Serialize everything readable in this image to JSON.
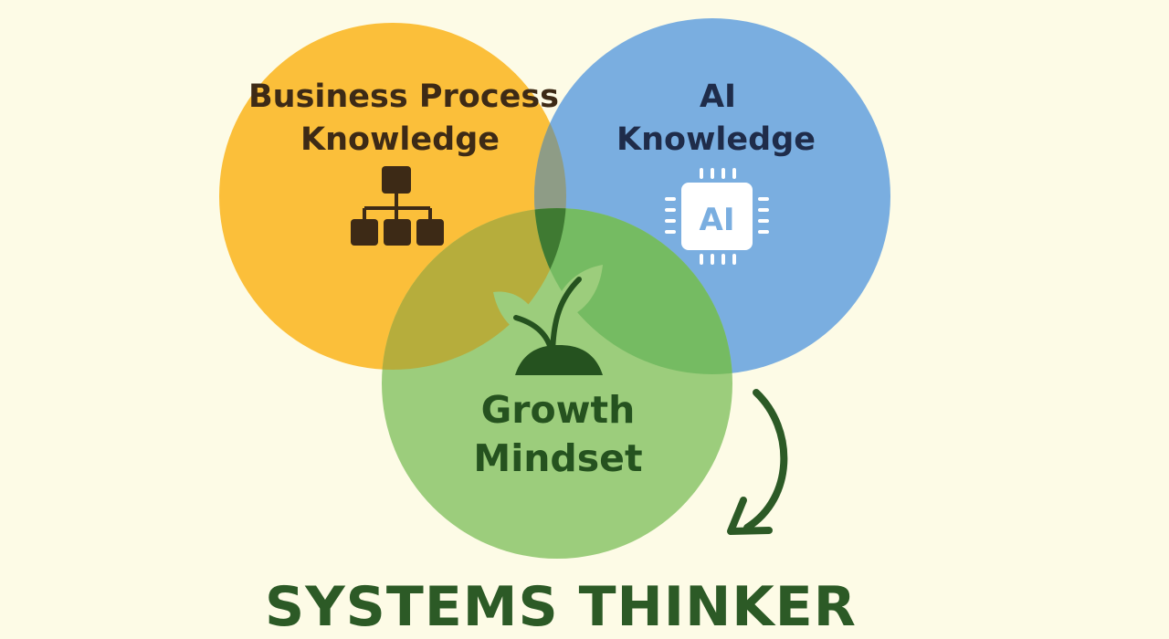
{
  "diagram": {
    "circles": {
      "business": {
        "line1": "Business Process",
        "line2": "Knowledge",
        "icon": "org-chart-icon",
        "color": "#fbbf3a"
      },
      "ai": {
        "line1": "AI",
        "line2": "Knowledge",
        "icon_text": "AI",
        "icon": "ai-chip-icon",
        "color": "#7aaee0"
      },
      "growth": {
        "line1": "Growth",
        "line2": "Mindset",
        "icon": "seedling-icon",
        "color": "#8cc86a"
      }
    },
    "arrow_icon": "curved-arrow-icon",
    "result": "SYSTEMS THINKER",
    "colors": {
      "background": "#fdfbe6",
      "dark_brown": "#3d2a16",
      "navy": "#1f2c4a",
      "dark_green": "#2c5a26"
    }
  }
}
